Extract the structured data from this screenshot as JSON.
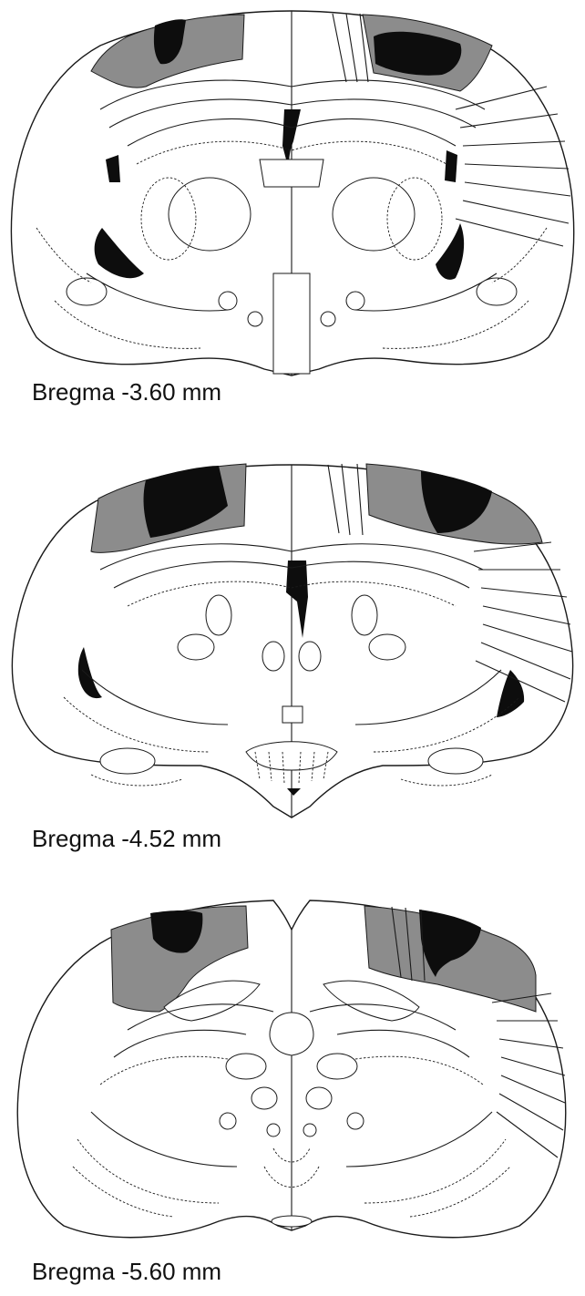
{
  "figure": {
    "sections": [
      {
        "caption": "Bregma -3.60 mm"
      },
      {
        "caption": "Bregma -4.52 mm"
      },
      {
        "caption": "Bregma -5.60 mm"
      }
    ],
    "colors": {
      "background": "#ffffff",
      "outline": "#1a1a1a",
      "shade_gray": "#8c8c8c",
      "shade_black": "#0d0d0d"
    }
  }
}
